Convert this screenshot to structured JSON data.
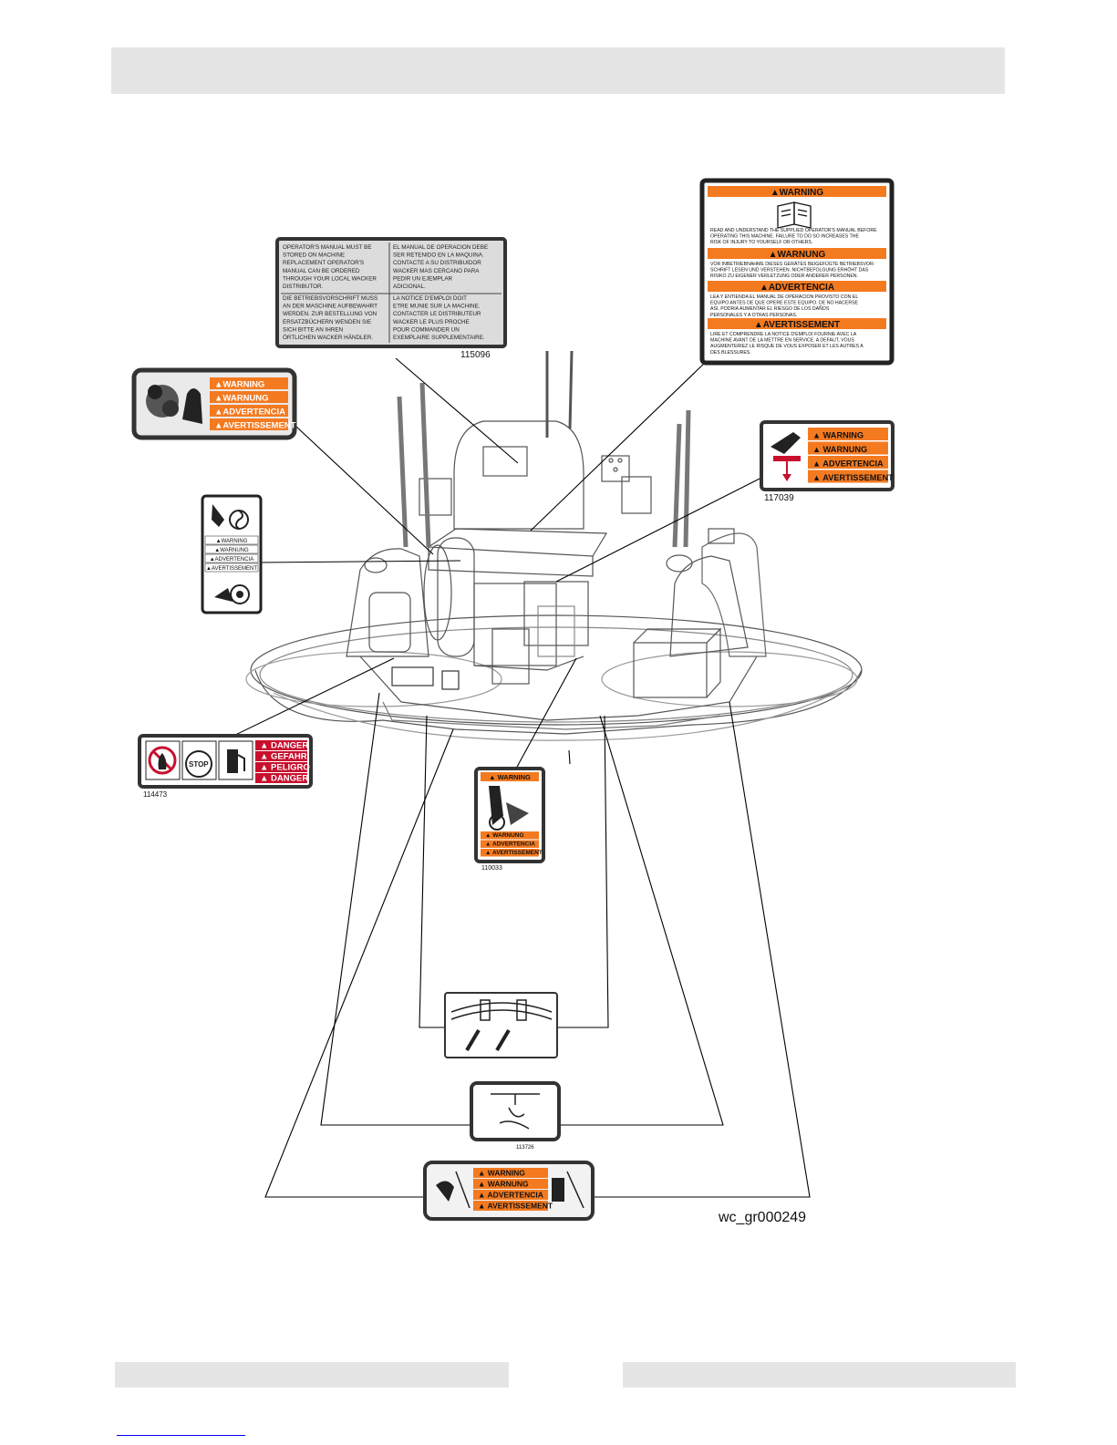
{
  "labels": {
    "manual_storage": {
      "part_number": "115096",
      "cells": [
        [
          "OPERATOR'S MANUAL MUST BE",
          "STORED ON MACHINE",
          "REPLACEMENT OPERATOR'S",
          "MANUAL CAN BE ORDERED",
          "THROUGH YOUR LOCAL WACKER",
          "DISTRIBUTOR."
        ],
        [
          "EL MANUAL DE OPERACION DEBE",
          "SER RETENIDO EN LA MAQUINA.",
          "CONTACTE A SU DISTRIBUIDOR",
          "WACKER MAS CERCANO PARA",
          "PEDIR UN EJEMPLAR",
          "ADICIONAL."
        ],
        [
          "DIE BETRIEBSVORSCHRIFT MUSS",
          "AN DER MASCHINE AUFBEWAHRT",
          "WERDEN. ZUR BESTELLUNG VON",
          "ERSATZBÜCHERN WENDEN SIE",
          "SICH BITTE AN IHREN",
          "ÖRTLICHEN WACKER HÄNDLER."
        ],
        [
          "LA NOTICE D'EMPLOI DOIT",
          "ETRE MUNIE SUR LA MACHINE.",
          "CONTACTER LE DISTRIBUTEUR",
          "WACKER LE PLUS PROCHE",
          "POUR COMMANDER UN",
          "EXEMPLAIRE SUPPLEMENTAIRE."
        ]
      ]
    },
    "read_manual": {
      "sections": [
        {
          "header": "▲WARNING",
          "text": [
            "READ AND UNDERSTAND THE SUPPLIED OPERATOR'S MANUAL BEFORE",
            "OPERATING THIS MACHINE. FAILURE TO DO SO INCREASES THE",
            "RISK OF INJURY TO YOURSELF OR OTHERS."
          ]
        },
        {
          "header": "▲WARNUNG",
          "text": [
            "VOR INBETRIEBNAHME DIESES GERÄTES BEIGEFÜGTE BETRIEBSVOR-",
            "SCHRIFT LESEN UND VERSTEHEN. NICHTBEFOLGUNG ERHÖHT DAS",
            "RISIKO ZU EIGENER VERLETZUNG ODER ANDERER PERSONEN."
          ]
        },
        {
          "header": "▲ADVERTENCIA",
          "text": [
            "LEA Y ENTIENDA EL MANUAL DE OPERACION PROVISTO CON EL",
            "EQUIPO ANTES DE QUE OPERE ESTE EQUIPO. DE NO HACERSE",
            "ASI, PODRIA AUMENTAR EL RIESGO DE LOS DAÑOS",
            "PERSONALES Y A OTRAS PERSONAS."
          ]
        },
        {
          "header": "▲AVERTISSEMENT",
          "text": [
            "LIRE ET COMPRENDRE LA NOTICE D'EMPLOI FOURNIE AVEC LA",
            "MACHINE AVANT DE LA METTRE EN SERVICE. A DEFAUT, VOUS",
            "AUGMENTERIEZ LE RISQUE DE VOUS EXPOSER ET LES AUTRES A",
            "DES BLESSURES."
          ]
        }
      ]
    },
    "hot_surface": {
      "rows": [
        "▲WARNING",
        "▲WARNUNG",
        "▲ADVERTENCIA",
        "▲AVERTISSEMENT"
      ]
    },
    "fan_hazard": {
      "rows": [
        "▲WARNING",
        "▲WARNUNG",
        "▲ADVERTENCIA",
        "▲AVERTISSEMENT"
      ]
    },
    "hand_crush": {
      "part_number": "117039",
      "rows": [
        "▲ WARNING",
        "▲ WARNUNG",
        "▲ ADVERTENCIA",
        "▲ AVERTISSEMENT"
      ]
    },
    "fuel_danger": {
      "part_number": "114473",
      "stop_text": "STOP",
      "rows": [
        "▲ DANGER",
        "▲ GEFAHR",
        "▲ PELIGRO",
        "▲ DANGER"
      ]
    },
    "rotating_blade": {
      "part_number": "110033",
      "header": "▲ WARNING",
      "rows": [
        "▲ WARNUNG",
        "▲ ADVERTENCIA",
        "▲ AVERTISSEMENT"
      ]
    },
    "lift_point": {
      "part_number": "113726"
    },
    "pinch_point": {
      "rows": [
        "▲ WARNING",
        "▲ WARNUNG",
        "▲ ADVERTENCIA",
        "▲ AVERTISSEMENT"
      ]
    }
  },
  "figure_id": "wc_gr000249",
  "colors": {
    "warning_orange": "#f47a20",
    "danger_red": "#c8102e",
    "label_border": "#3a3a3a",
    "label_bg": "#e9e9e9",
    "header_gray": "#e5e5e5"
  }
}
